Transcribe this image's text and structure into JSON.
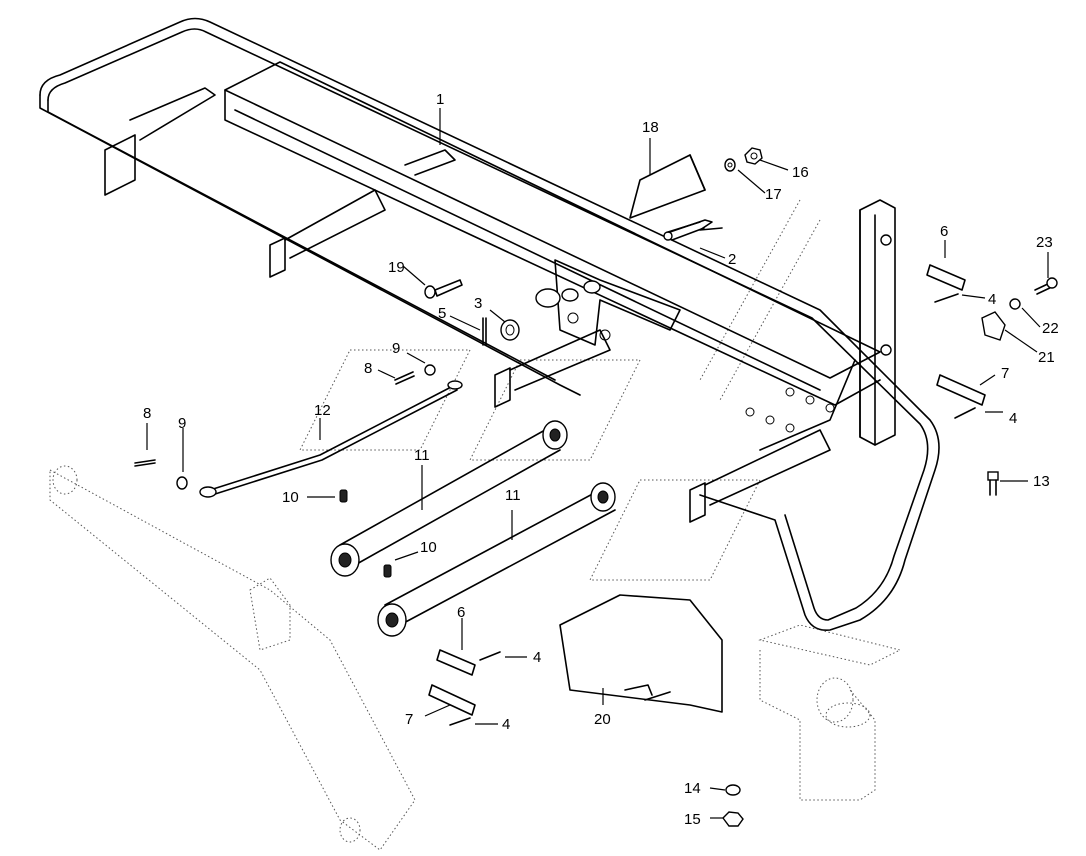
{
  "callouts": {
    "c1": "1",
    "c2": "2",
    "c3": "3",
    "c4a": "4",
    "c4b": "4",
    "c4c": "4",
    "c4d": "4",
    "c5": "5",
    "c6a": "6",
    "c6b": "6",
    "c7a": "7",
    "c7b": "7",
    "c8a": "8",
    "c8b": "8",
    "c9a": "9",
    "c9b": "9",
    "c10a": "10",
    "c10b": "10",
    "c11a": "11",
    "c11b": "11",
    "c12": "12",
    "c13": "13",
    "c14": "14",
    "c15": "15",
    "c16": "16",
    "c17": "17",
    "c18": "18",
    "c19": "19",
    "c20": "20",
    "c21": "21",
    "c22": "22",
    "c23": "23"
  }
}
